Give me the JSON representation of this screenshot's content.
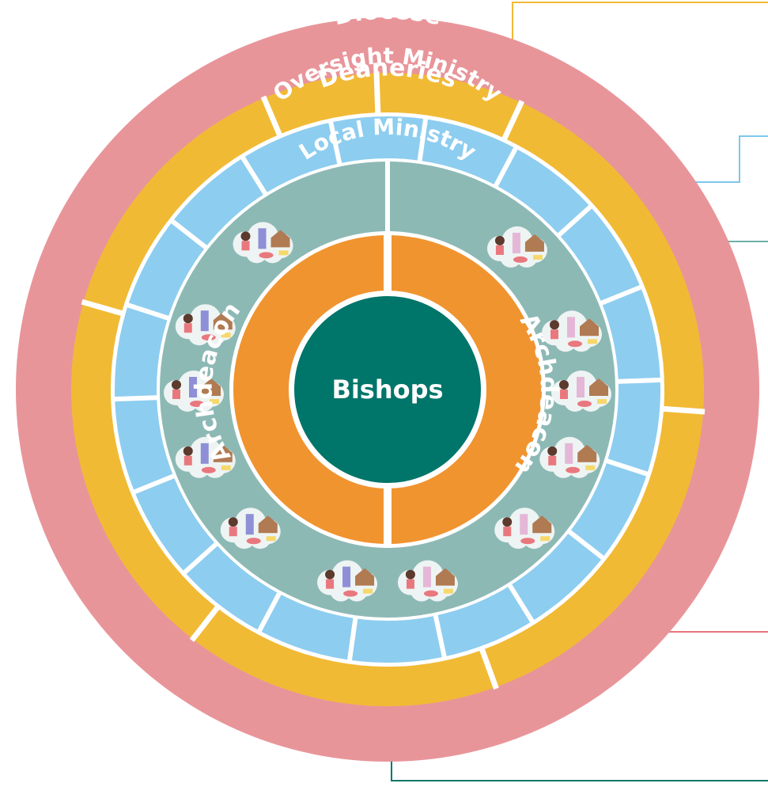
{
  "diagram": {
    "title": "",
    "rings": {
      "diocese": {
        "label": "Diocese",
        "color": "#E8959A"
      },
      "deaneries": {
        "label": "Deaneries",
        "color": "#F1BA35"
      },
      "oversight": {
        "label": "Oversight Ministry",
        "color": "#8DCDF0"
      },
      "local": {
        "label": "Local Ministry",
        "color": "#8DB9B5"
      },
      "archdeacon": {
        "label": "Archdeacon",
        "color": "#F09430"
      },
      "bishops": {
        "label": "Bishops",
        "color": "#00756A"
      }
    },
    "callout_colors": {
      "deaneries": "#F1BA35",
      "oversight": "#7FC6EC",
      "local": "#6FB0AB",
      "archdeacon": "#E6767D",
      "bishops": "#00756A"
    },
    "community_icons": [
      "church-icon",
      "school-icon",
      "family-icon",
      "house-icon",
      "market-icon"
    ]
  }
}
